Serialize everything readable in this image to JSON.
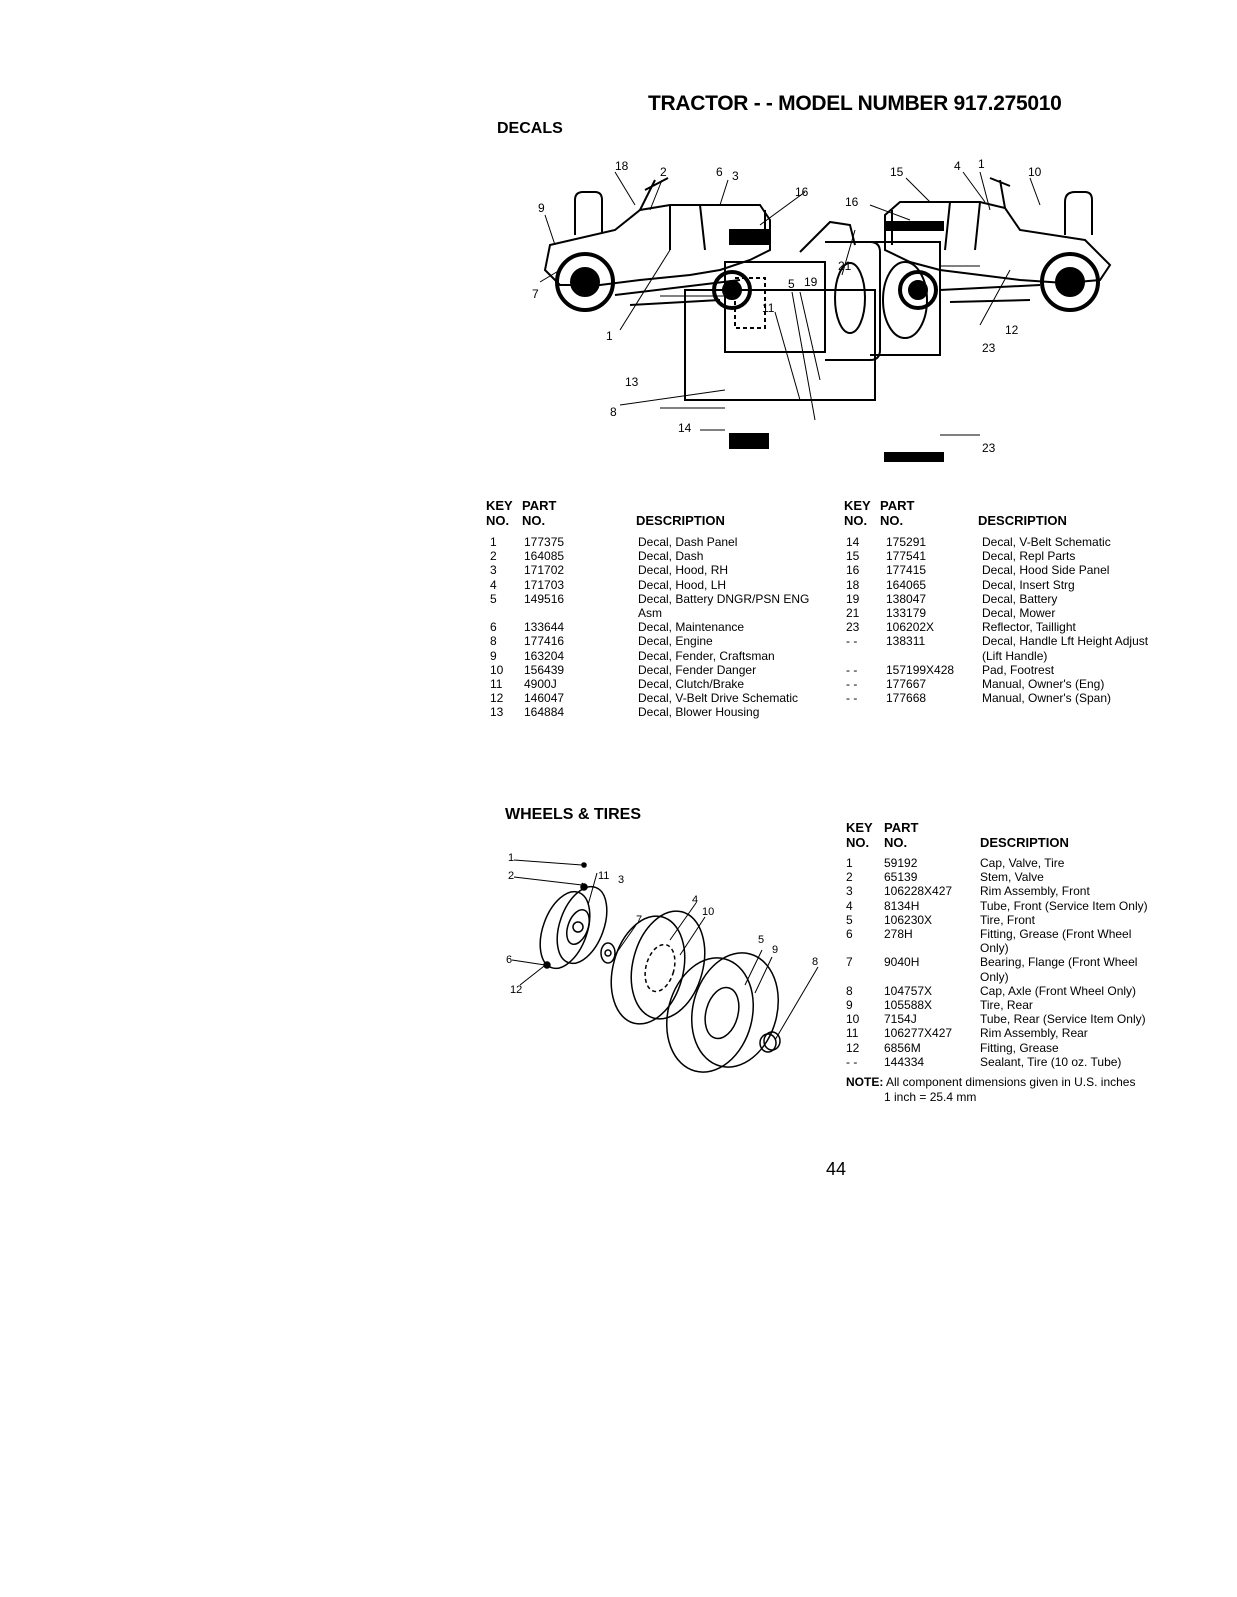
{
  "title": "TRACTOR - - MODEL NUMBER 917.275010",
  "decals": {
    "section_title": "DECALS",
    "callouts": [
      "18",
      "2",
      "6",
      "3",
      "16",
      "9",
      "7",
      "1",
      "15",
      "4",
      "1",
      "10",
      "16",
      "21",
      "5",
      "19",
      "11",
      "12",
      "23",
      "13",
      "8",
      "14",
      "23"
    ],
    "headers": {
      "key": "KEY",
      "no": "NO.",
      "part": "PART",
      "part_no": "NO.",
      "description": "DESCRIPTION"
    },
    "left_rows": [
      {
        "key": "1",
        "part": "177375",
        "desc": "Decal, Dash Panel"
      },
      {
        "key": "2",
        "part": "164085",
        "desc": "Decal, Dash"
      },
      {
        "key": "3",
        "part": "171702",
        "desc": "Decal, Hood, RH"
      },
      {
        "key": "4",
        "part": "171703",
        "desc": "Decal, Hood, LH"
      },
      {
        "key": "5",
        "part": "149516",
        "desc": "Decal, Battery DNGR/PSN ENG"
      },
      {
        "key": "",
        "part": "",
        "desc": "Asm"
      },
      {
        "key": "6",
        "part": "133644",
        "desc": "Decal, Maintenance"
      },
      {
        "key": "8",
        "part": "177416",
        "desc": "Decal, Engine"
      },
      {
        "key": "9",
        "part": "163204",
        "desc": "Decal, Fender, Craftsman"
      },
      {
        "key": "10",
        "part": "156439",
        "desc": "Decal, Fender Danger"
      },
      {
        "key": "11",
        "part": "4900J",
        "desc": "Decal, Clutch/Brake"
      },
      {
        "key": "12",
        "part": "146047",
        "desc": "Decal, V-Belt Drive Schematic"
      },
      {
        "key": "13",
        "part": "164884",
        "desc": "Decal, Blower Housing"
      }
    ],
    "right_rows": [
      {
        "key": "14",
        "part": "175291",
        "desc": "Decal, V-Belt Schematic"
      },
      {
        "key": "15",
        "part": "177541",
        "desc": "Decal, Repl Parts"
      },
      {
        "key": "16",
        "part": "177415",
        "desc": "Decal, Hood Side Panel"
      },
      {
        "key": "18",
        "part": "164065",
        "desc": "Decal, Insert Strg"
      },
      {
        "key": "19",
        "part": "138047",
        "desc": "Decal, Battery"
      },
      {
        "key": "21",
        "part": "133179",
        "desc": "Decal, Mower"
      },
      {
        "key": "23",
        "part": "106202X",
        "desc": "Reflector, Taillight"
      },
      {
        "key": "- -",
        "part": "138311",
        "desc": "Decal, Handle Lft Height Adjust"
      },
      {
        "key": "",
        "part": "",
        "desc": "(Lift Handle)"
      },
      {
        "key": "- -",
        "part": "157199X428",
        "desc": "Pad, Footrest"
      },
      {
        "key": "- -",
        "part": "177667",
        "desc": "Manual, Owner's (Eng)"
      },
      {
        "key": "- -",
        "part": "177668",
        "desc": "Manual, Owner's (Span)"
      }
    ]
  },
  "wheels": {
    "section_title": "WHEELS & TIRES",
    "callouts": [
      "1",
      "2",
      "11",
      "3",
      "7",
      "4",
      "10",
      "5",
      "9",
      "6",
      "12",
      "8"
    ],
    "headers": {
      "key": "KEY",
      "no": "NO.",
      "part": "PART",
      "part_no": "NO.",
      "description": "DESCRIPTION"
    },
    "rows": [
      {
        "key": "1",
        "part": "59192",
        "desc": "Cap, Valve, Tire"
      },
      {
        "key": "2",
        "part": "65139",
        "desc": "Stem, Valve"
      },
      {
        "key": "3",
        "part": "106228X427",
        "desc": "Rim Assembly, Front"
      },
      {
        "key": "4",
        "part": "8134H",
        "desc": "Tube, Front (Service Item Only)"
      },
      {
        "key": "5",
        "part": "106230X",
        "desc": "Tire, Front"
      },
      {
        "key": "6",
        "part": "278H",
        "desc": "Fitting, Grease (Front Wheel"
      },
      {
        "key": "",
        "part": "",
        "desc": "Only)"
      },
      {
        "key": "7",
        "part": "9040H",
        "desc": "Bearing, Flange (Front Wheel"
      },
      {
        "key": "",
        "part": "",
        "desc": "Only)"
      },
      {
        "key": "8",
        "part": "104757X",
        "desc": "Cap, Axle (Front Wheel Only)"
      },
      {
        "key": "9",
        "part": "105588X",
        "desc": "Tire, Rear"
      },
      {
        "key": "10",
        "part": "7154J",
        "desc": "Tube, Rear (Service Item Only)"
      },
      {
        "key": "11",
        "part": "106277X427",
        "desc": "Rim Assembly, Rear"
      },
      {
        "key": "12",
        "part": "6856M",
        "desc": "Fitting, Grease"
      },
      {
        "key": "- -",
        "part": "144334",
        "desc": "Sealant, Tire (10 oz. Tube)"
      }
    ],
    "note_label": "NOTE:",
    "note_text": "All component dimensions given in U.S. inches",
    "note_line2": "1 inch = 25.4 mm"
  },
  "page_number": "44"
}
